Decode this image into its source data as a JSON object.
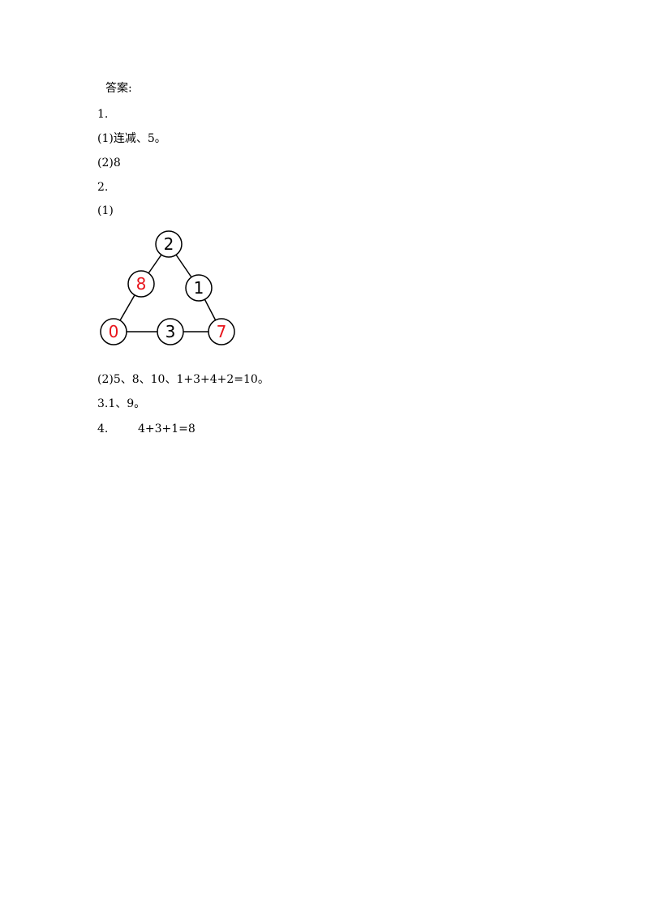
{
  "answer_title": "答案:",
  "q1": {
    "number": "1.",
    "part1": "(1)连减、5。",
    "part2": "(2)8"
  },
  "q2": {
    "number": "2.",
    "part1_label": "(1)",
    "triangle": {
      "top": "2",
      "left_mid": "8",
      "right_mid": "1",
      "bottom_left": "0",
      "bottom_mid": "3",
      "bottom_right": "7",
      "answer_color": "#e8141b",
      "given_color": "#000000"
    },
    "part2": "(2)5、8、10、1+3+4+2=10。"
  },
  "q3": {
    "text": "3.1、9。"
  },
  "q4": {
    "number": "4.",
    "text": "4+3+1=8"
  }
}
